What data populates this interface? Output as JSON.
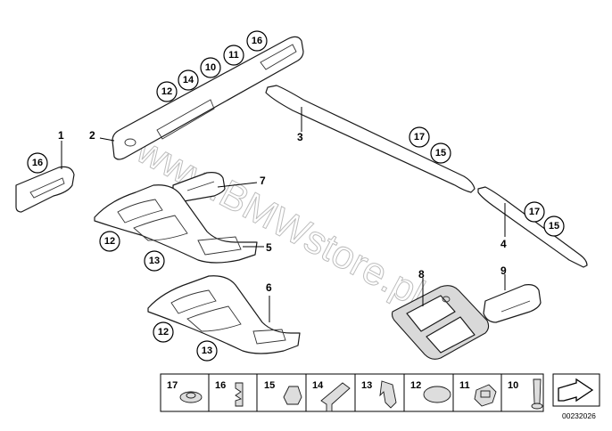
{
  "watermark": "www.BMWstore.pl",
  "part_labels": [
    "1",
    "2",
    "3",
    "4",
    "5",
    "6",
    "7",
    "8",
    "9"
  ],
  "callouts": [
    "16",
    "12",
    "14",
    "10",
    "11",
    "16",
    "17",
    "15",
    "17",
    "15",
    "12",
    "13",
    "12",
    "13"
  ],
  "legend": {
    "items": [
      "17",
      "16",
      "15",
      "14",
      "13",
      "12",
      "11",
      "10"
    ]
  },
  "doc_number": "00232026"
}
